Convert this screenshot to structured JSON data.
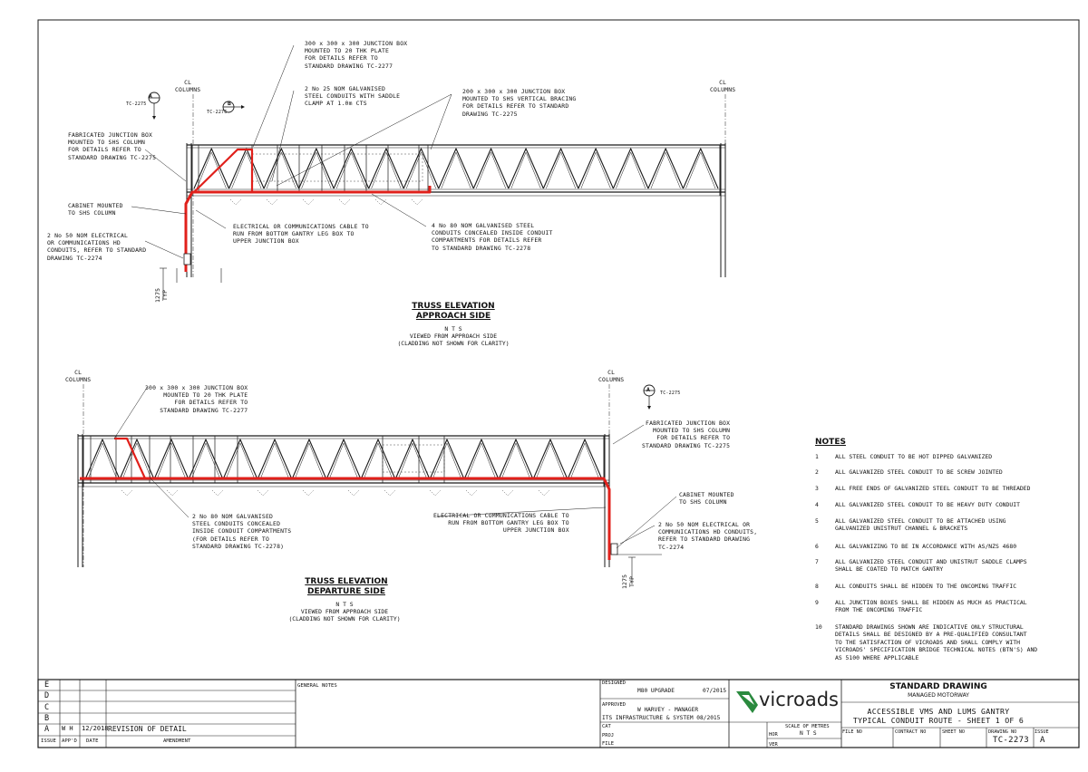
{
  "approach": {
    "cl_left": "CL\nCOLUMNS",
    "cl_right": "CL\nCOLUMNS",
    "sec_a_letter": "A",
    "sec_a_ref": "TC-2275",
    "sec_b_letter": "B",
    "sec_b_ref": "TC-2276",
    "note_jbox300": "300 x 300 x 300 JUNCTION BOX\nMOUNTED TO 20 THK PLATE\nFOR DETAILS REFER TO\nSTANDARD DRAWING TC-2277",
    "note_conduit25": "2 No 25 NOM GALVANISED\nSTEEL CONDUITS WITH SADDLE\nCLAMP AT 1.0m CTS",
    "note_jbox200": "200 x 300 x 300 JUNCTION BOX\nMOUNTED TO SHS VERTICAL BRACING\nFOR DETAILS REFER TO STANDARD\nDRAWING TC-2275",
    "note_fab": "FABRICATED JUNCTION BOX\nMOUNTED TO SHS COLUMN\nFOR DETAILS REFER TO\nSTANDARD DRAWING TC-2275",
    "note_cabinet": "CABINET MOUNTED\nTO SHS COLUMN",
    "note_conduit50": "2 No 50 NOM ELECTRICAL\nOR COMMUNICATIONS HD\nCONDUITS, REFER TO STANDARD\nDRAWING TC-2274",
    "note_cable": "ELECTRICAL OR COMMUNICATIONS CABLE TO\nRUN FROM BOTTOM GANTRY LEG BOX TO\nUPPER JUNCTION BOX",
    "note_conduit80": "4 No 80 NOM GALVANISED STEEL\nCONDUITS CONCEALED INSIDE CONDUIT\nCOMPARTMENTS FOR DETAILS REFER\nTO STANDARD DRAWING TC-2278",
    "dim": "1275\nTYP",
    "title_1": "TRUSS ELEVATION",
    "title_2": "APPROACH SIDE",
    "sub": "N T S\nVIEWED FROM APPROACH SIDE\n(CLADDING NOT SHOWN FOR CLARITY)"
  },
  "departure": {
    "cl_left": "CL\nCOLUMNS",
    "cl_right": "CL\nCOLUMNS",
    "sec_a_letter": "A",
    "sec_a_ref": "TC-2275",
    "note_jbox300": "300 x 300 x 300 JUNCTION BOX\nMOUNTED TO 20 THK PLATE\nFOR DETAILS REFER TO\nSTANDARD DRAWING TC-2277",
    "note_fab": "FABRICATED JUNCTION BOX\nMOUNTED TO SHS COLUMN\nFOR DETAILS REFER TO\nSTANDARD DRAWING TC-2275",
    "note_conduit80": "2 No 80 NOM GALVANISED\nSTEEL CONDUITS CONCEALED\nINSIDE CONDUIT COMPARTMENTS\n(FOR DETAILS REFER TO\nSTANDARD DRAWING TC-2278)",
    "note_cable": "ELECTRICAL OR COMMUNICATIONS CABLE TO\nRUN FROM BOTTOM GANTRY LEG BOX TO\nUPPER JUNCTION BOX",
    "note_cabinet": "CABINET MOUNTED\nTO SHS COLUMN",
    "note_conduit50": "2 No 50 NOM ELECTRICAL OR\nCOMMUNICATIONS HD CONDUITS,\nREFER TO STANDARD DRAWING\nTC-2274",
    "dim": "1275\nTYP",
    "title_1": "TRUSS ELEVATION",
    "title_2": "DEPARTURE SIDE",
    "sub": "N T S\nVIEWED FROM APPROACH SIDE\n(CLADDING NOT SHOWN FOR CLARITY)"
  },
  "notes": {
    "heading": "NOTES",
    "items": [
      {
        "n": "1",
        "t": "ALL STEEL CONDUIT TO BE HOT DIPPED GALVANIZED"
      },
      {
        "n": "2",
        "t": "ALL GALVANIZED STEEL CONDUIT TO BE SCREW JOINTED"
      },
      {
        "n": "3",
        "t": "ALL FREE ENDS OF GALVANIZED STEEL CONDUIT TO BE THREADED"
      },
      {
        "n": "4",
        "t": "ALL GALVANIZED STEEL CONDUIT TO BE HEAVY DUTY CONDUIT"
      },
      {
        "n": "5",
        "t": "ALL GALVANIZED STEEL CONDUIT TO BE ATTACHED USING\nGALVANIZED UNISTRUT CHANNEL & BRACKETS"
      },
      {
        "n": "6",
        "t": "ALL GALVANIZING TO BE IN ACCORDANCE WITH AS/NZS 4680"
      },
      {
        "n": "7",
        "t": "ALL GALVANIZED STEEL CONDUIT AND UNISTRUT SADDLE CLAMPS\nSHALL BE COATED TO MATCH GANTRY"
      },
      {
        "n": "8",
        "t": "ALL CONDUITS SHALL BE HIDDEN TO THE ONCOMING TRAFFIC"
      },
      {
        "n": "9",
        "t": "ALL JUNCTION BOXES SHALL BE HIDDEN AS MUCH AS PRACTICAL\nFROM THE ONCOMING TRAFFIC"
      },
      {
        "n": "10",
        "t": "STANDARD DRAWINGS SHOWN ARE INDICATIVE ONLY STRUCTURAL\nDETAILS SHALL BE DESIGNED BY A PRE-QUALIFIED CONSULTANT\nTO THE SATISFACTION OF VICROADS AND SHALL COMPLY WITH\nVICROADS' SPECIFICATION BRIDGE TECHNICAL NOTES (BTN'S) AND\nAS 5100 WHERE APPLICABLE"
      }
    ]
  },
  "title_block": {
    "rev_letters": [
      "E",
      "D",
      "C",
      "B",
      "A"
    ],
    "rev_a_appd": "W H",
    "rev_a_date": "12/2018",
    "rev_a_amend": "REVISION OF DETAIL",
    "hdr_issue": "ISSUE",
    "hdr_appd": "APP'D",
    "hdr_date": "DATE",
    "hdr_amend": "AMENDMENT",
    "general_notes": "GENERAL NOTES",
    "designed_lbl": "DESIGNED",
    "designed_val": "M80 UPGRADE",
    "designed_date": "07/2015",
    "approved_lbl": "APPROVED",
    "approved_val": "W HARVEY - MANAGER",
    "approved_val2": "ITS INFRASTRUCTURE & SYSTEM 08/2015",
    "cat": "CAT",
    "proj": "PROJ",
    "file": "FILE",
    "logo_text": "vicroads",
    "hor": "HOR",
    "ver": "VER",
    "scale_lbl": "SCALE OF METRES",
    "scale_val": "N T S",
    "std_title": "STANDARD DRAWING",
    "std_sub": "MANAGED MOTORWAY",
    "dwg_title_1": "ACCESSIBLE VMS AND LUMS GANTRY",
    "dwg_title_2": "TYPICAL CONDUIT ROUTE - SHEET 1 OF 6",
    "file_no": "FILE NO",
    "contract_no": "CONTRACT NO",
    "sheet_no": "SHEET NO",
    "drawing_no": "DRAWING NO",
    "issue": "ISSUE",
    "drawing_no_val": "TC-2273",
    "issue_val": "A"
  },
  "colors": {
    "conduit": "#e0201b",
    "line": "#1a1a1a",
    "logo_green": "#2a8a3e"
  }
}
